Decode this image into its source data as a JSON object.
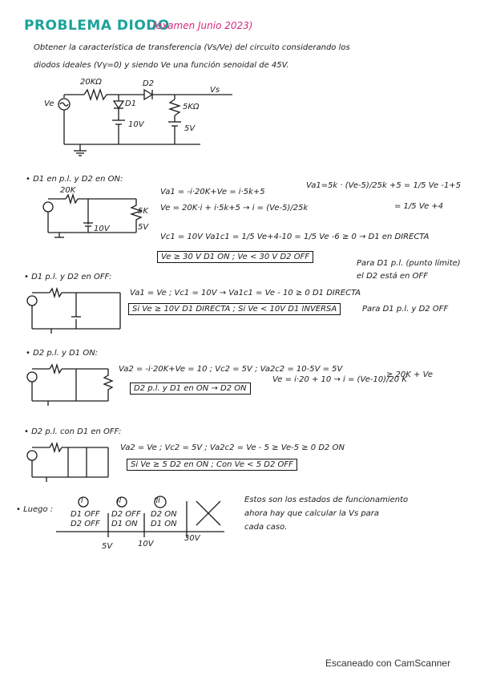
{
  "header": {
    "title": "PROBLEMA DIODO",
    "subtitle": "(examen Junio 2023)"
  },
  "statement": {
    "line1": "Obtener la característica de transferencia (Vs/Ve) del circuito considerando los",
    "line2": "diodos ideales (Vγ=0) y siendo Ve una función senoidal de 45V."
  },
  "circuit_main": {
    "r1": "20KΩ",
    "d2": "D2",
    "d1": "D1",
    "ve": "Ve",
    "r2": "5KΩ",
    "v10": "10V",
    "v5": "5V",
    "vs": "Vs"
  },
  "case1": {
    "heading": "• D1 en p.l. y D2 en ON:",
    "eq1": "Va1 = -i·20K+Ve = i·5k+5",
    "eq2": "Va1=5k · (Ve-5)/25k +5 = 1/5 Ve -1+5",
    "eq3": "Ve = 20K·i + i·5k+5 → i = (Ve-5)/25k",
    "eq4": "= 1/5 Ve +4",
    "eq5": "Vc1 = 10V    Va1c1 = 1/5 Ve+4-10 = 1/5 Ve -6 ≥ 0 → D1 en DIRECTA",
    "box": "Ve ≥ 30 V D1 ON ; Ve < 30 V D2 OFF",
    "note1": "Para D1 p.l. (punto límite)",
    "note2": "el D2 está en OFF",
    "lbl_r": "20K",
    "lbl_5k": "5K",
    "lbl_10v": "10V",
    "lbl_5v": "5V"
  },
  "case2": {
    "heading": "• D1 p.l. y D2 en OFF:",
    "eq1": "Va1 = Ve ; Vc1 = 10V → Va1c1 = Ve - 10 ≥ 0 D1 DIRECTA",
    "box": "Si Ve ≥ 10V D1 DIRECTA ; Si Ve < 10V D1 INVERSA",
    "note": "Para D1 p.l. y D2 OFF"
  },
  "case3": {
    "heading": "• D2 p.l. y D1 ON:",
    "eq1": "Va2 = -i·20K+Ve = 10 ; Vc2 = 5V ; Va2c2 = 10-5V = 5V",
    "box": "D2 p.l. y D1 en ON → D2 ON",
    "eq2": "Ve = i·20 + 10 → i = (Ve-10)/20 K",
    "eq3": "≥ 20K + Ve"
  },
  "case4": {
    "heading": "• D2 p.l. con D1 en OFF:",
    "eq1": "Va2 = Ve ; Vc2 = 5V ; Va2c2 = Ve - 5 ≥ Ve-5 ≥ 0 D2 ON",
    "box": "Si Ve ≥ 5 D2 en ON ; Con Ve < 5 D2 OFF"
  },
  "summary": {
    "label": "• Luego :",
    "col1_num": "I",
    "col1_a": "D1 OFF",
    "col1_b": "D2 OFF",
    "col2_num": "II",
    "col2_a": "D2 OFF",
    "col2_b": "D1 ON",
    "col3_num": "III",
    "col3_a": "D2 ON",
    "col3_b": "D1 ON",
    "t1": "5V",
    "t2": "10V",
    "t3": "30V",
    "note1": "Estos son los estados de funcionamiento",
    "note2": "ahora hay que calcular la Vs para",
    "note3": "cada caso."
  },
  "footer": {
    "scanner": "Escaneado con CamScanner"
  }
}
